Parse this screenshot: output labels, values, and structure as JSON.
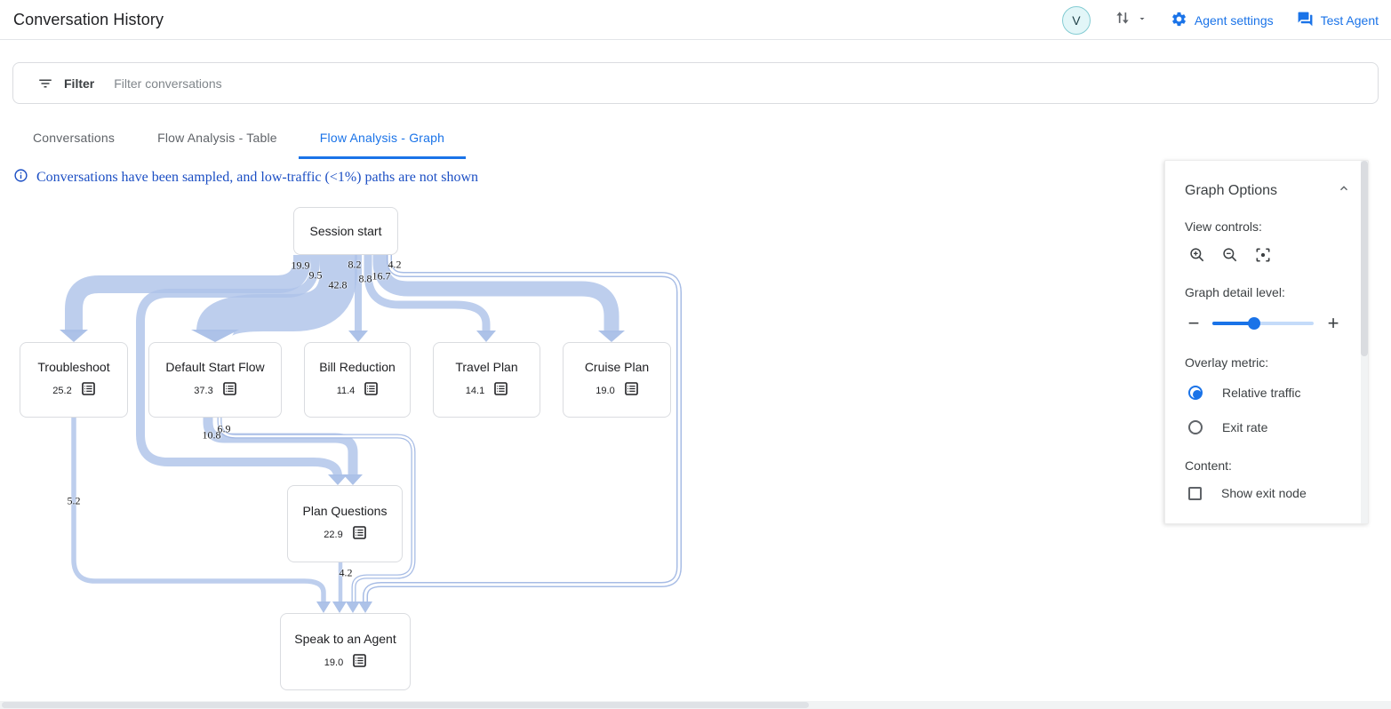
{
  "header": {
    "title": "Conversation History",
    "avatar_initial": "V",
    "agent_settings_label": "Agent settings",
    "test_agent_label": "Test Agent"
  },
  "filter_bar": {
    "label": "Filter",
    "placeholder": "Filter conversations"
  },
  "tabs": [
    {
      "label": "Conversations",
      "active": false
    },
    {
      "label": "Flow Analysis - Table",
      "active": false
    },
    {
      "label": "Flow Analysis - Graph",
      "active": true
    }
  ],
  "notice": {
    "text": "Conversations have been sampled, and low-traffic (<1%) paths are not shown"
  },
  "flow_graph": {
    "nodes": [
      {
        "id": "session-start",
        "label": "Session start"
      },
      {
        "id": "troubleshoot",
        "label": "Troubleshoot",
        "value": "25.2",
        "icon": "table-icon"
      },
      {
        "id": "default-start-flow",
        "label": "Default Start Flow",
        "value": "37.3",
        "icon": "table-icon"
      },
      {
        "id": "bill-reduction",
        "label": "Bill Reduction",
        "value": "11.4",
        "icon": "table-icon"
      },
      {
        "id": "travel-plan",
        "label": "Travel Plan",
        "value": "14.1",
        "icon": "table-icon"
      },
      {
        "id": "cruise-plan",
        "label": "Cruise Plan",
        "value": "19.0",
        "icon": "table-icon"
      },
      {
        "id": "plan-questions",
        "label": "Plan Questions",
        "value": "22.9",
        "icon": "table-icon"
      },
      {
        "id": "speak-to-an-agent",
        "label": "Speak to an Agent",
        "value": "19.0",
        "icon": "table-icon"
      }
    ],
    "edges": [
      {
        "from": "Session start",
        "to": "Troubleshoot",
        "value": "19.9"
      },
      {
        "from": "Session start",
        "to": "Plan Questions",
        "value": "9.5"
      },
      {
        "from": "Session start",
        "to": "Default Start Flow",
        "value": "42.8"
      },
      {
        "from": "Session start",
        "to": "Bill Reduction",
        "value": "8.2"
      },
      {
        "from": "Session start",
        "to": "Travel Plan",
        "value": "8.8"
      },
      {
        "from": "Session start",
        "to": "Cruise Plan",
        "value": "16.7"
      },
      {
        "from": "Session start",
        "to": "Speak to an Agent",
        "value": "4.2"
      },
      {
        "from": "Default Start Flow",
        "to": "Plan Questions",
        "value": "10.8"
      },
      {
        "from": "Default Start Flow",
        "to": "Speak to an Agent",
        "value": "6.9"
      },
      {
        "from": "Troubleshoot",
        "to": "Speak to an Agent",
        "value": "5.2"
      },
      {
        "from": "Plan Questions",
        "to": "Speak to an Agent",
        "value": "4.2"
      }
    ],
    "band_color": "#aec3e9"
  },
  "graph_options": {
    "title": "Graph Options",
    "view_controls_label": "View controls:",
    "view_controls_icons": [
      "zoom-in-icon",
      "zoom-out-icon",
      "center-focus-icon"
    ],
    "detail_label": "Graph detail level:",
    "detail_value_pct": 41,
    "overlay_label": "Overlay metric:",
    "overlay_options": [
      {
        "label": "Relative traffic",
        "selected": true
      },
      {
        "label": "Exit rate",
        "selected": false
      }
    ],
    "content_label": "Content:",
    "show_exit_node_label": "Show exit node",
    "show_exit_node_checked": false
  },
  "accent_colors": {
    "link_blue": "#1a73e8",
    "notice_blue": "#1c4fc4",
    "flow_band": "#aec3e9"
  }
}
